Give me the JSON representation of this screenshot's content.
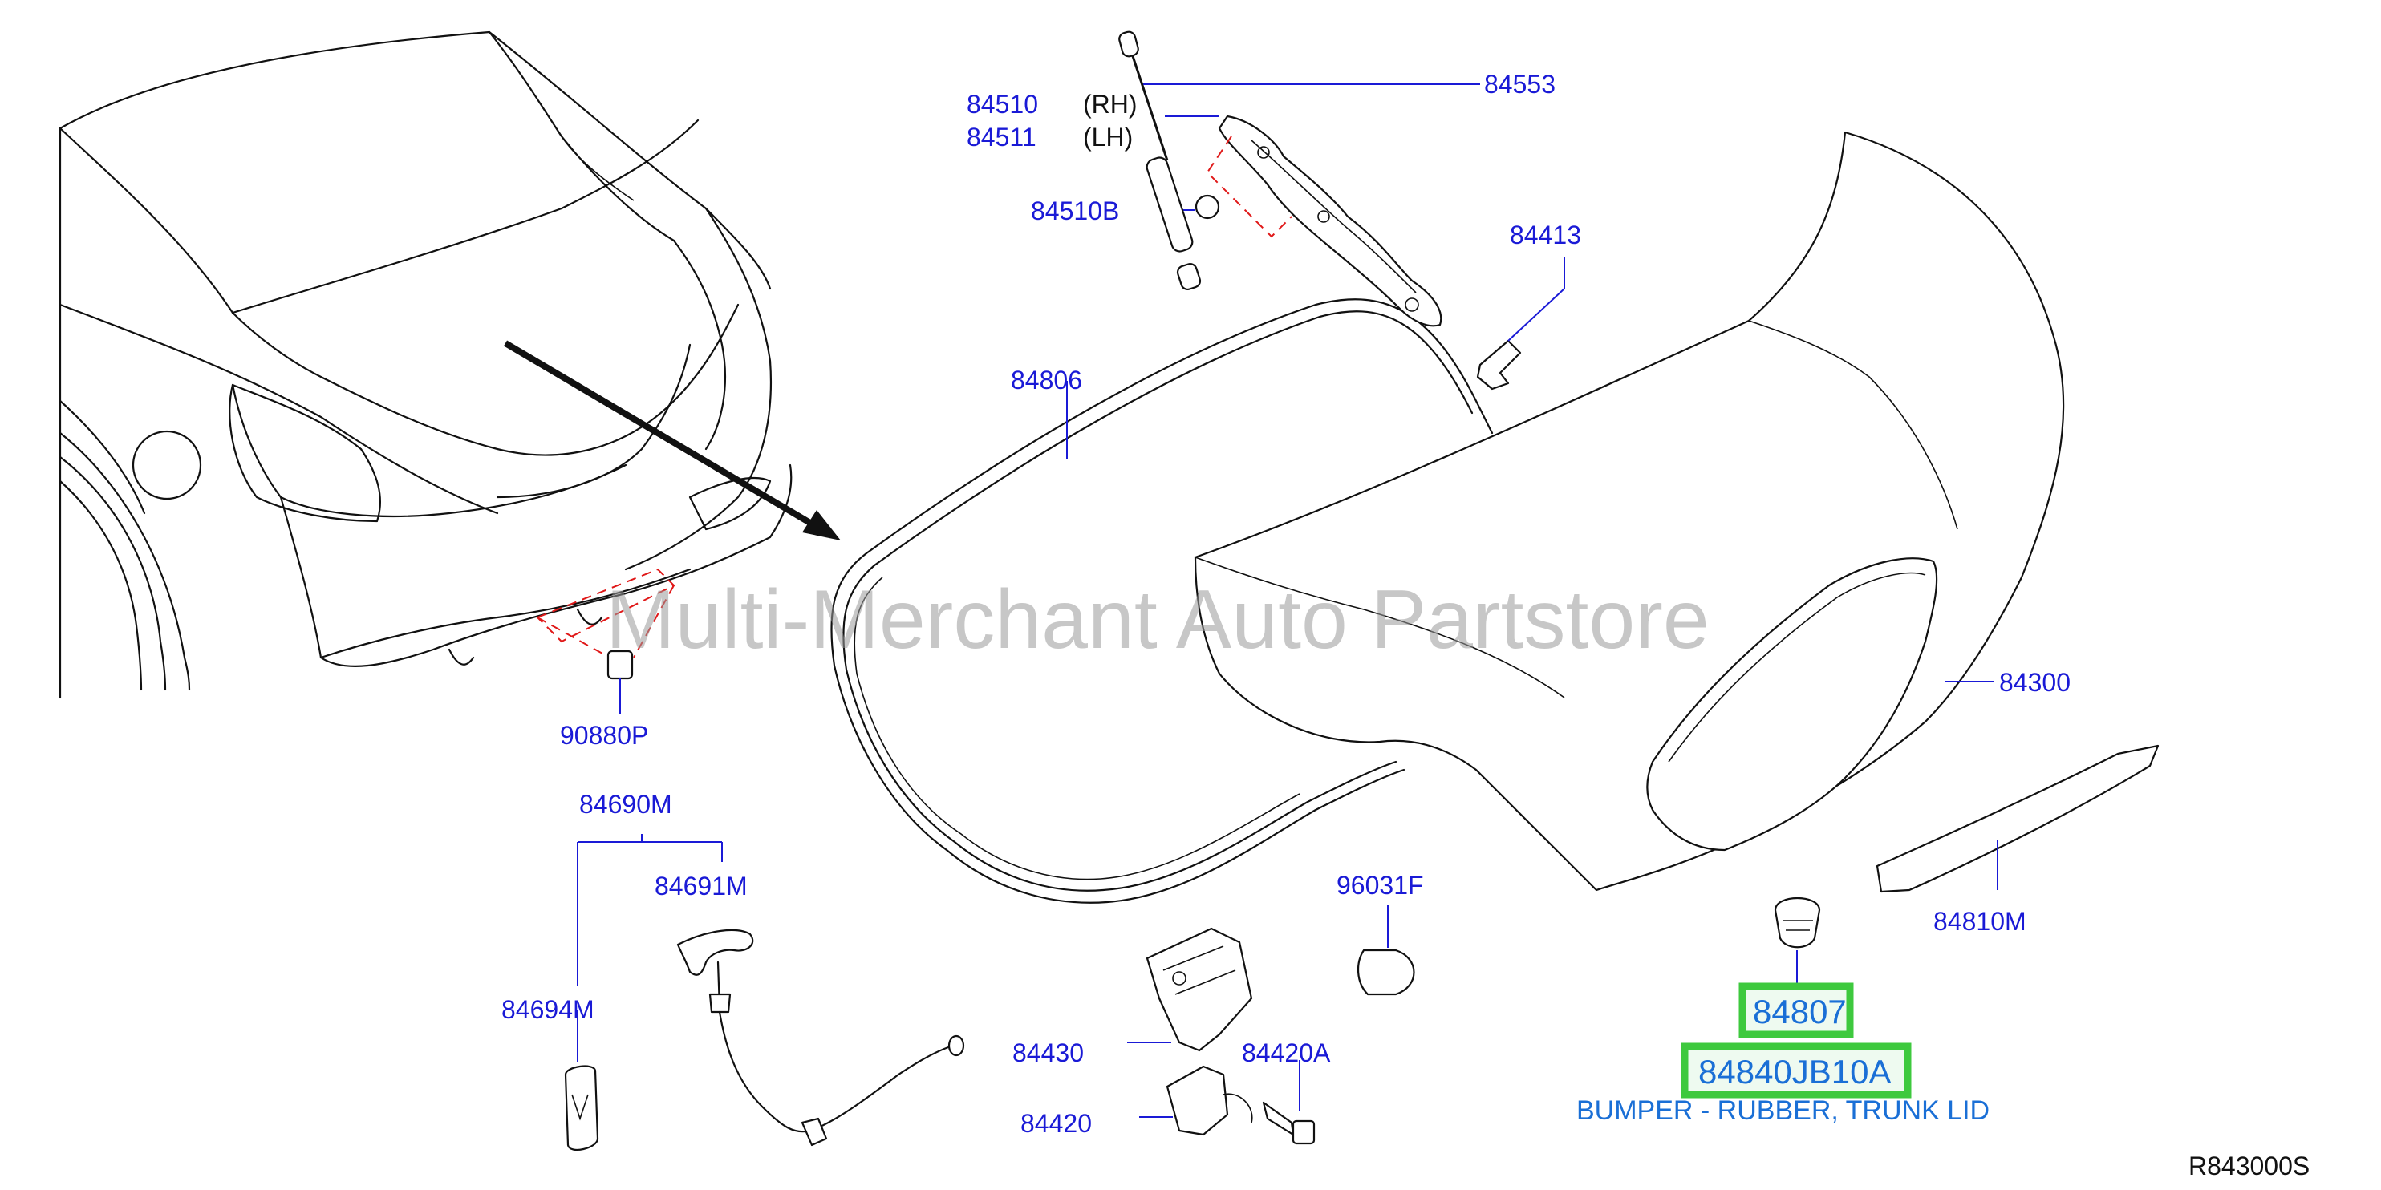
{
  "diagram": {
    "watermark": "Multi-Merchant Auto Partstore",
    "figure_code": "R843000S",
    "labels": {
      "p84510": "84510",
      "p84510_side": "(RH)",
      "p84511": "84511",
      "p84511_side": "(LH)",
      "p84510B": "84510B",
      "p84553": "84553",
      "p84413": "84413",
      "p84806": "84806",
      "p84300": "84300",
      "p90880P": "90880P",
      "p84690M": "84690M",
      "p84691M": "84691M",
      "p84694M": "84694M",
      "p96031F": "96031F",
      "p84810M": "84810M",
      "p84430": "84430",
      "p84420A": "84420A",
      "p84420": "84420"
    },
    "highlight": {
      "part_number": "84807",
      "catalog_number": "84840JB10A",
      "description": "BUMPER - RUBBER, TRUNK LID",
      "box_color": "#3ec93e",
      "box_fill": "#eefaf0",
      "text_color": "#1a6fd6"
    },
    "colors": {
      "label": "#1a1ad6",
      "leader_line": "#1a1ad6",
      "dashed_callout": "#e01818",
      "linework": "#111111"
    }
  }
}
